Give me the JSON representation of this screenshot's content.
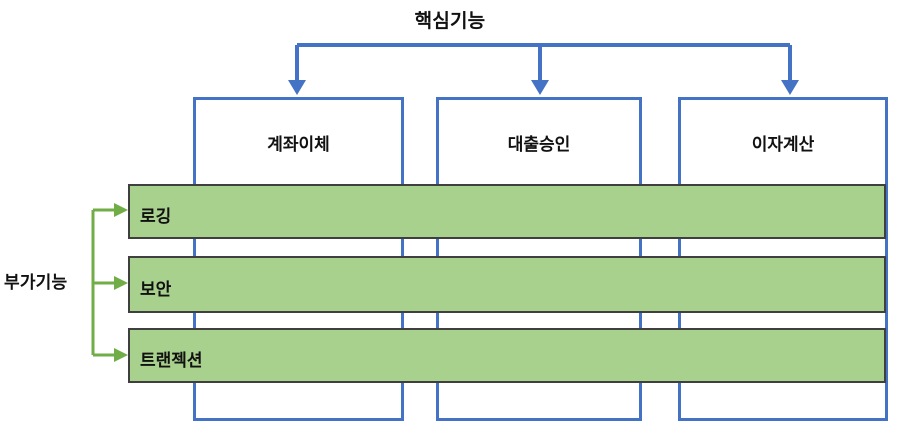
{
  "diagram": {
    "title": "핵심기능",
    "side_label": "부가기능",
    "colors": {
      "core_stroke": "#4472C4",
      "concern_fill": "#A9D18E",
      "concern_stroke": "#3F3F3F",
      "connector_green": "#70AD47",
      "text": "#111111",
      "background": "#FFFFFF"
    },
    "core_columns": [
      {
        "label": "계좌이체"
      },
      {
        "label": "대출승인"
      },
      {
        "label": "이자계산"
      }
    ],
    "concern_bars": [
      {
        "label": "로깅"
      },
      {
        "label": "보안"
      },
      {
        "label": "트랜젝션"
      }
    ],
    "icons": {
      "core_arrow": "arrow-down-icon",
      "concern_arrow": "arrow-right-icon",
      "core_bracket": "bracket-down-icon",
      "concern_bracket": "bracket-right-icon"
    }
  }
}
